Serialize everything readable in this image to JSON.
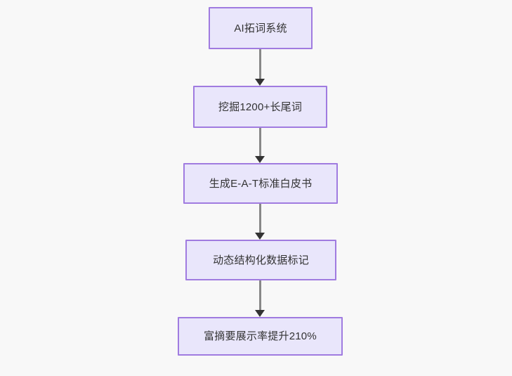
{
  "diagram": {
    "type": "flowchart",
    "orientation": "top-to-bottom",
    "background_color": "#f8f8f8",
    "node_fill_color": "#e9e6fb",
    "node_border_color": "#a07be0",
    "node_text_color": "#333333",
    "connector_color": "#888888",
    "arrowhead_color": "#333333",
    "nodes": [
      {
        "id": "n1",
        "label": "AI拓词系统"
      },
      {
        "id": "n2",
        "label": "挖掘1200+长尾词"
      },
      {
        "id": "n3",
        "label": "生成E-A-T标准白皮书"
      },
      {
        "id": "n4",
        "label": "动态结构化数据标记"
      },
      {
        "id": "n5",
        "label": "富摘要展示率提升210%"
      }
    ],
    "edges": [
      {
        "from": "n1",
        "to": "n2",
        "label": ""
      },
      {
        "from": "n2",
        "to": "n3",
        "label": ""
      },
      {
        "from": "n3",
        "to": "n4",
        "label": ""
      },
      {
        "from": "n4",
        "to": "n5",
        "label": ""
      }
    ]
  }
}
